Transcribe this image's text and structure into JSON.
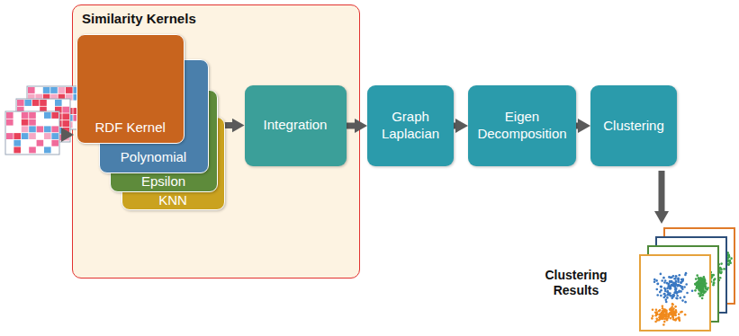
{
  "diagram": {
    "nodes": [
      {
        "text": [
          "Similarity Kernels"
        ]
      },
      {
        "text": [
          "RDF Kernel"
        ],
        "in": 0
      },
      {
        "text": [
          "Polynomial"
        ],
        "in": 0
      },
      {
        "text": [
          "Epsilon"
        ],
        "in": 0
      },
      {
        "text": [
          "KNN"
        ],
        "in": 0
      },
      {
        "text": [
          "Integration"
        ],
        "in": 0
      },
      {
        "text": [
          "Graph Laplacian"
        ]
      },
      {
        "text": [
          "Eigen Decomposition"
        ]
      },
      {
        "text": [
          "Clustering"
        ]
      }
    ],
    "edges": [
      {
        "from": 4,
        "to": 5,
        "arrow": "to"
      },
      {
        "from": 5,
        "to": 6,
        "arrow": "to"
      },
      {
        "from": 6,
        "to": 7,
        "arrow": "to"
      },
      {
        "from": 7,
        "to": 8,
        "arrow": "to"
      }
    ],
    "labels": [
      "Clustering Results"
    ]
  }
}
